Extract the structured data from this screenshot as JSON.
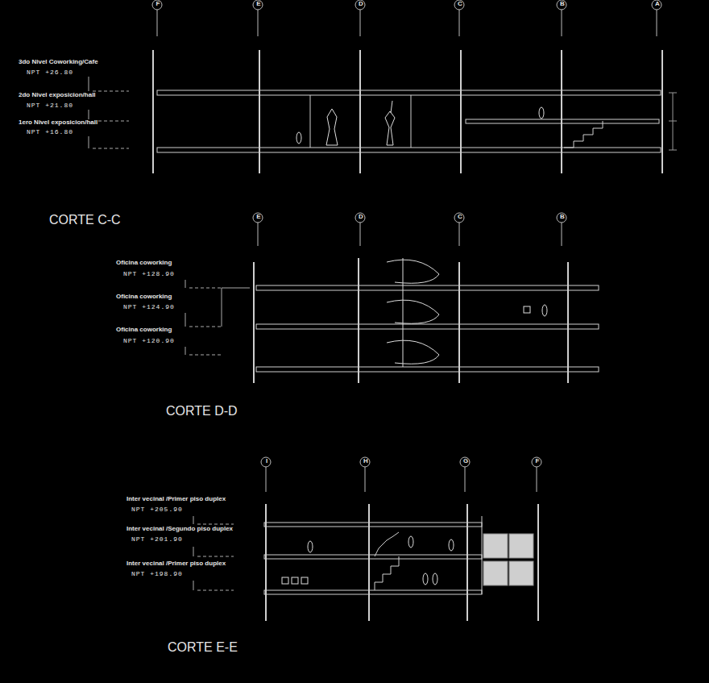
{
  "diagram": {
    "labels": [
      "CORTE C-C",
      "CORTE D-D",
      "CORTE E-E",
      "3do Nivel Coworking/Cafe",
      "NPT +26.80",
      "2do Nivel exposicion/hall",
      "NPT +21.80",
      "1ero Nivel exposicion/hall",
      "NPT +16.80",
      "Oficina coworking",
      "NPT +128.90",
      "Oficina coworking",
      "NPT +124.90",
      "Oficina coworking",
      "NPT +120.90",
      "Inter vecinal /Primer piso duplex",
      "NPT +205.90",
      "Inter vecinal /Segundo piso duplex",
      "NPT +201.90",
      "Inter vecinal /Primer piso duplex",
      "NPT +198.90",
      "F",
      "E",
      "D",
      "C",
      "B",
      "A",
      "E",
      "D",
      "C",
      "B",
      "I",
      "H",
      "G",
      "F"
    ]
  }
}
